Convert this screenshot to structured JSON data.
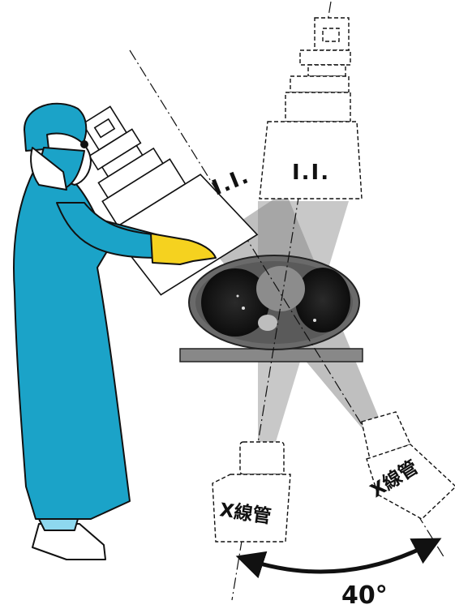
{
  "labels": {
    "ii_tilted": "I.I.",
    "ii_vertical": "I.I.",
    "xray_tube_vertical": "X線管",
    "xray_tube_tilted": "X線管",
    "angle": "40°"
  },
  "colors": {
    "gown": "#1ba3c8",
    "glove": "#f5d21f",
    "table": "#888888",
    "beam": "#9a9a9a",
    "outline": "#111111"
  },
  "icons": {
    "rotation_arrow": "double-headed-curved-arrow"
  }
}
